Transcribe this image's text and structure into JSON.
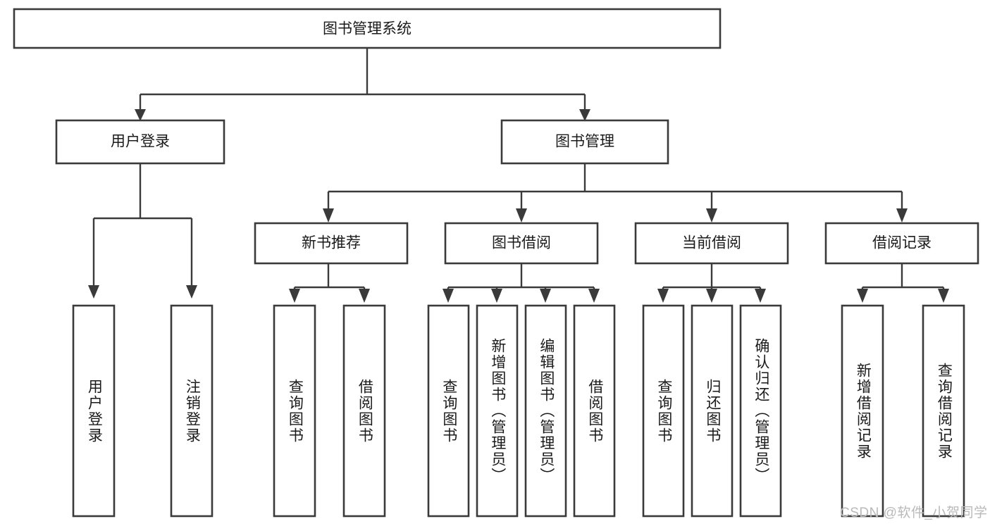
{
  "diagram": {
    "title": "图书管理系统",
    "type": "tree-hierarchy",
    "watermark": "CSDN @软件_小贺同学",
    "colors": {
      "stroke": "#3a3a3a",
      "box_fill": "#ffffff",
      "text": "#1a1a1a",
      "background": "#ffffff",
      "watermark": "#b9b9b9"
    },
    "levels": {
      "root": {
        "label": "图书管理系统"
      },
      "level2": [
        {
          "label": "用户登录"
        },
        {
          "label": "图书管理"
        }
      ],
      "level3": [
        {
          "label": "新书推荐"
        },
        {
          "label": "图书借阅"
        },
        {
          "label": "当前借阅"
        },
        {
          "label": "借阅记录"
        }
      ],
      "leaves": {
        "user_login": [
          {
            "label": "用户登录"
          },
          {
            "label": "注销登录"
          }
        ],
        "new_book_recommend": [
          {
            "label": "查询图书"
          },
          {
            "label": "借阅图书"
          }
        ],
        "book_borrow": [
          {
            "label": "查询图书"
          },
          {
            "label": "新增图书（管理员）"
          },
          {
            "label": "编辑图书（管理员）"
          },
          {
            "label": "借阅图书"
          }
        ],
        "current_borrow": [
          {
            "label": "查询图书"
          },
          {
            "label": "归还图书"
          },
          {
            "label": "确认归还（管理员）"
          }
        ],
        "borrow_record": [
          {
            "label": "新增借阅记录"
          },
          {
            "label": "查询借阅记录"
          }
        ]
      }
    }
  }
}
